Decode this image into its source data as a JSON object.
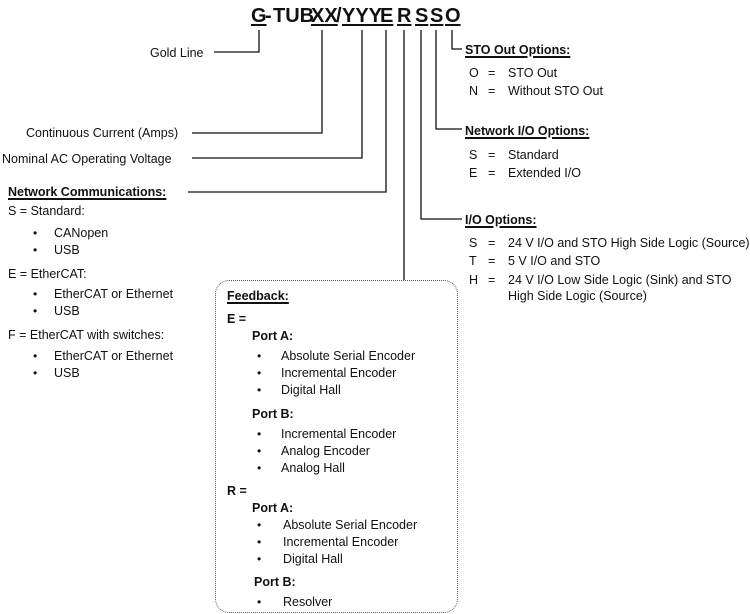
{
  "part_code": {
    "prefix": "G",
    "dash": "-",
    "family": "TUB",
    "current": "XX",
    "slash": "/",
    "voltage": "YYY",
    "network": "E",
    "feedback": "R",
    "io": "S",
    "network_io": "S",
    "sto_out": "O"
  },
  "gold_line": {
    "label": "Gold Line"
  },
  "continuous_current": {
    "label": "Continuous Current (Amps)"
  },
  "voltage": {
    "label": "Nominal  AC Operating Voltage"
  },
  "network_comm": {
    "title": "Network Communications:",
    "groups": [
      {
        "header": "S = Standard:",
        "items": [
          "CANopen",
          "USB"
        ]
      },
      {
        "header": "E = EtherCAT:",
        "items": [
          "EtherCAT or Ethernet",
          "USB"
        ]
      },
      {
        "header": "F = EtherCAT with switches:",
        "items": [
          "EtherCAT or Ethernet",
          "USB"
        ]
      }
    ]
  },
  "sto_out_options": {
    "title": "STO Out Options:",
    "options": [
      {
        "code": "O",
        "eq": "=",
        "desc": "STO Out"
      },
      {
        "code": "N",
        "eq": "=",
        "desc": "Without STO Out"
      }
    ]
  },
  "network_io_options": {
    "title": "Network I/O Options:",
    "options": [
      {
        "code": "S",
        "eq": "=",
        "desc": "Standard"
      },
      {
        "code": "E",
        "eq": "=",
        "desc": "Extended I/O"
      }
    ]
  },
  "io_options": {
    "title": "I/O Options:",
    "options": [
      {
        "code": "S",
        "eq": "=",
        "desc": "24 V I/O and STO High Side Logic (Source)"
      },
      {
        "code": "T",
        "eq": "=",
        "desc": "5 V I/O and STO"
      },
      {
        "code": "H",
        "eq": "=",
        "desc": "24 V I/O Low Side Logic (Sink) and STO",
        "desc2": "High Side Logic (Source)"
      }
    ]
  },
  "feedback": {
    "title": "Feedback:",
    "e": {
      "header": "E =",
      "port_a": {
        "label": "Port A:",
        "items": [
          "Absolute Serial Encoder",
          "Incremental Encoder",
          "Digital Hall"
        ]
      },
      "port_b": {
        "label": "Port B:",
        "items": [
          "Incremental Encoder",
          "Analog Encoder",
          "Analog Hall"
        ]
      }
    },
    "r": {
      "header": "R =",
      "port_a": {
        "label": "Port A:",
        "items": [
          "Absolute Serial Encoder",
          "Incremental Encoder",
          "Digital Hall"
        ]
      },
      "port_b": {
        "label": "Port B:",
        "items": [
          "Resolver"
        ]
      }
    }
  },
  "bullet": "•"
}
